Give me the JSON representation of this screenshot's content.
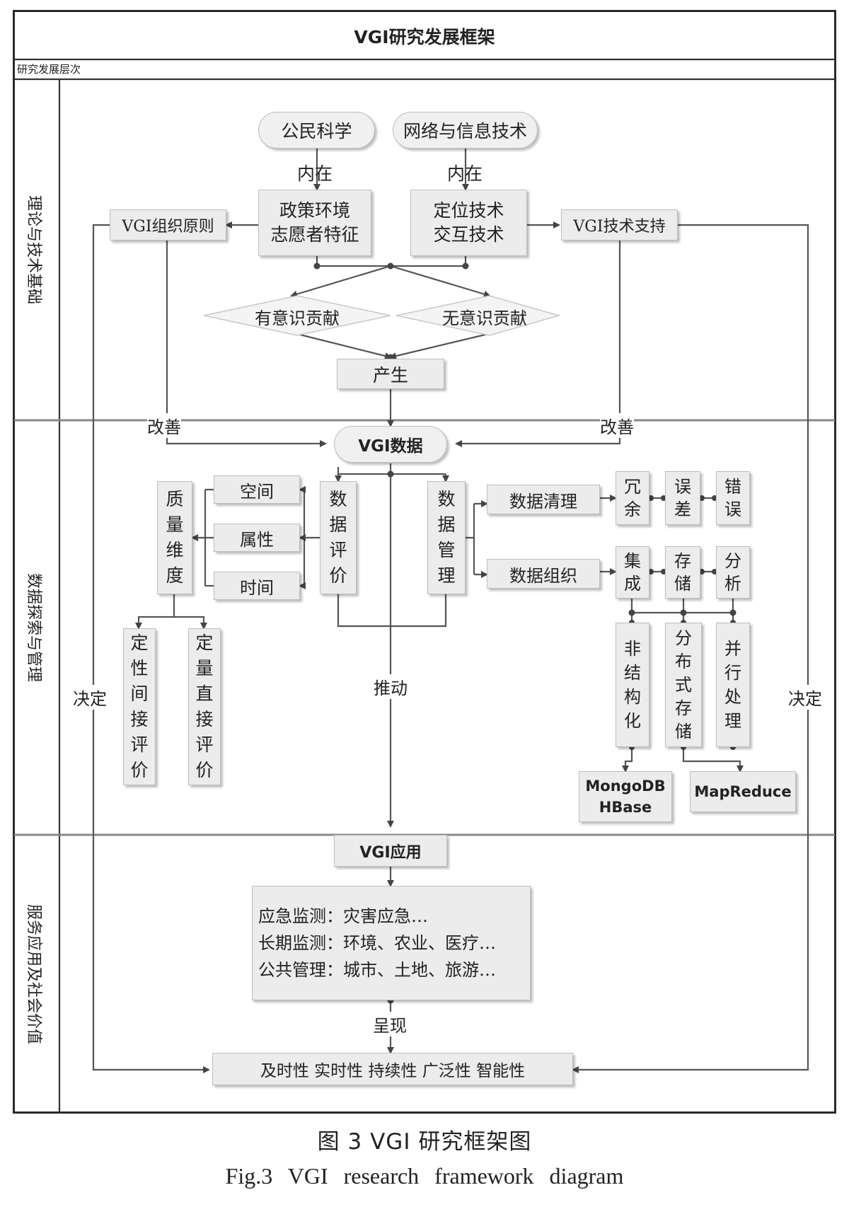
{
  "title": "VGI研究发展框架",
  "subheader": "研究发展层次",
  "lanes": [
    "理论与技术基础",
    "数据探索与管理",
    "服务应用及社会价值"
  ],
  "sources": {
    "citizen_science": "公民科学",
    "network_tech": "网络与信息技术"
  },
  "inner_label": "内在",
  "policy": {
    "line1": "政策环境",
    "line2": "志愿者特征"
  },
  "tech": {
    "line1": "定位技术",
    "line2": "交互技术"
  },
  "org_principle": "VGI组织原则",
  "tech_support": "VGI技术支持",
  "conscious": "有意识贡献",
  "unconscious": "无意识贡献",
  "produce": "产生",
  "improve_label": "改善",
  "vgi_data": "VGI数据",
  "decide_label": "决定",
  "drive_label": "推动",
  "quality": "质量维度",
  "dims": [
    "空间",
    "属性",
    "时间"
  ],
  "evaluation": "数据评价",
  "management": "数据管理",
  "qualitative": "定性间接评价",
  "quantitative": "定量直接评价",
  "cleaning": "数据清理",
  "organization": "数据组织",
  "clean_items": [
    "冗余",
    "误差",
    "错误"
  ],
  "org_items": [
    "集成",
    "存储",
    "分析"
  ],
  "storage_types": [
    "非结构化",
    "分布式存储",
    "并行处理"
  ],
  "tools": {
    "db_line1": "MongoDB",
    "db_line2": "HBase",
    "mapreduce": "MapReduce"
  },
  "vgi_app": "VGI应用",
  "apps": [
    "应急监测：灾害应急…",
    "长期监测：环境、农业、医疗…",
    "公共管理：城市、土地、旅游…"
  ],
  "present_label": "呈现",
  "values": "及时性 实时性 持续性 广泛性 智能性",
  "caption_cn": "图 3   VGI 研究框架图",
  "caption_en": "Fig.3 VGI research framework diagram"
}
